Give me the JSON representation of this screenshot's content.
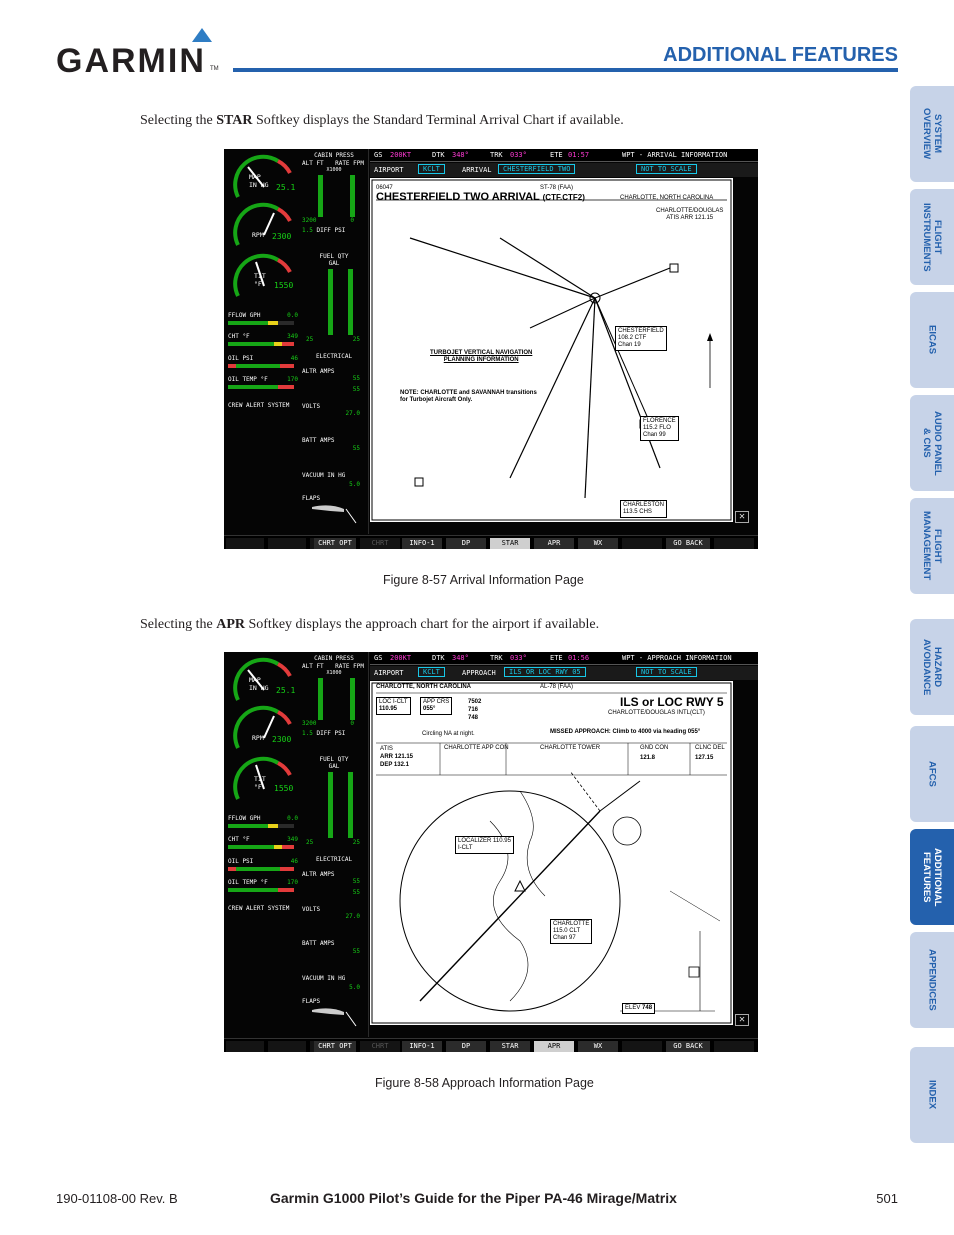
{
  "header": {
    "brand": "GARMIN",
    "section_title": "ADDITIONAL FEATURES"
  },
  "tabs": [
    {
      "label": "SYSTEM\nOVERVIEW",
      "active": false
    },
    {
      "label": "FLIGHT\nINSTRUMENTS",
      "active": false
    },
    {
      "label": "EICAS",
      "active": false
    },
    {
      "label": "AUDIO PANEL\n& CNS",
      "active": false
    },
    {
      "label": "FLIGHT\nMANAGEMENT",
      "active": false
    },
    {
      "label": "HAZARD\nAVOIDANCE",
      "active": false
    },
    {
      "label": "AFCS",
      "active": false
    },
    {
      "label": "ADDITIONAL\nFEATURES",
      "active": true
    },
    {
      "label": "APPENDICES",
      "active": false
    },
    {
      "label": "INDEX",
      "active": false
    }
  ],
  "body": {
    "para1_pre": "Selecting the ",
    "para1_key": "STAR",
    "para1_post": " Softkey displays the Standard Terminal Arrival Chart if available.",
    "fig1_caption": "Figure 8-57  Arrival Information Page",
    "para2_pre": "Selecting the ",
    "para2_key": "APR",
    "para2_post": " Softkey displays the approach chart for the airport if available.",
    "fig2_caption": "Figure 8-58  Approach Information Page"
  },
  "eis": {
    "map_label": "MAP\nIN HG",
    "map_value": "25.1",
    "rpm_label": "RPM",
    "rpm_value": "2300",
    "tit_label": "TIT\n°F",
    "tit_value": "1550",
    "fflow_label": "FFLOW GPH",
    "fflow_value": "0.0",
    "cht_label": "CHT °F",
    "cht_value": "349",
    "oil_psi_label": "OIL PSI",
    "oil_psi_value": "46",
    "oil_temp_label": "OIL TEMP °F",
    "oil_temp_value": "170",
    "crew_alert": "CREW ALERT SYSTEM",
    "cabin_press": "CABIN PRESS",
    "alt_ft": "ALT FT",
    "rate_fpm": "RATE FPM",
    "x1000": "X1000",
    "cab_alt": "3200",
    "cab_rate": "0",
    "diff_psi_value": "1.5",
    "diff_psi": "DIFF PSI",
    "fuel_qty": "FUEL QTY\nGAL",
    "fuel_left": "25",
    "fuel_right": "25",
    "electrical": "ELECTRICAL",
    "altr_amps": "ALTR AMPS",
    "altr_1": "55",
    "altr_2": "55",
    "volts": "VOLTS",
    "volts_value": "27.0",
    "batt_amps": "BATT AMPS",
    "batt_value": "55",
    "vacuum": "VACUUM IN HG",
    "vacuum_value": "5.0",
    "flaps": "FLAPS"
  },
  "fig1": {
    "gs_label": "GS",
    "gs_value": "200KT",
    "dtk_label": "DTK",
    "dtk_value": "348°",
    "trk_label": "TRK",
    "trk_value": "033°",
    "ete_label": "ETE",
    "ete_value": "01:57",
    "page_title": "WPT - ARRIVAL INFORMATION",
    "airport_label": "AIRPORT",
    "airport_value": "KCLT",
    "type_label": "ARRIVAL",
    "type_value": "CHESTERFIELD TWO",
    "scale": "NOT TO SCALE",
    "chart_id": "06047",
    "chart_procedure": "ST-78 (FAA)",
    "chart_title": "CHESTERFIELD TWO ARRIVAL",
    "chart_ident": "(CTF.CTF2)",
    "chart_location": "CHARLOTTE, NORTH CAROLINA",
    "chart_airport": "CHARLOTTE/DOUGLAS\nATIS ARR 121.15",
    "note_turbojet": "TURBOJET VERTICAL NAVIGATION\nPLANNING INFORMATION",
    "note_1": "NOTE: CHARLOTTE and SAVANNAH transitions\nfor Turbojet Aircraft Only.",
    "fix_chesterfield": "CHESTERFIELD\n108.2 CTF\nChan 19",
    "fix_florence": "FLORENCE\n115.2 FLO\nChan 99",
    "fix_charleston": "CHARLESTON\n113.5 CHS"
  },
  "fig2": {
    "gs_label": "GS",
    "gs_value": "200KT",
    "dtk_label": "DTK",
    "dtk_value": "348°",
    "trk_label": "TRK",
    "trk_value": "033°",
    "ete_label": "ETE",
    "ete_value": "01:56",
    "page_title": "WPT - APPROACH INFORMATION",
    "airport_label": "AIRPORT",
    "airport_value": "KCLT",
    "type_label": "APPROACH",
    "type_value": "ILS OR LOC RWY 05",
    "scale": "NOT TO SCALE",
    "chart_location_small": "CHARLOTTE, NORTH CAROLINA",
    "chart_procedure": "AL-78 (FAA)",
    "chart_title": "ILS or LOC RWY 5",
    "chart_airport": "CHARLOTTE/DOUGLAS INTL(CLT)",
    "loc_label": "LOC I-CLT",
    "loc_freq": "110.95",
    "apch_crs": "APP CRS",
    "apch_crs_value": "055°",
    "tdze": "7502",
    "tdze2": "716",
    "apt_elev": "748",
    "circling": "Circling NA at night.",
    "missed": "MISSED APPROACH: Climb to 4000 via heading 055°",
    "atis": "ATIS",
    "atis_arr": "ARR 121.15",
    "atis_dep": "DEP 132.1",
    "app_con": "CHARLOTTE APP CON",
    "tower": "CHARLOTTE TOWER",
    "gnd": "GND CON",
    "clnc": "CLNC DEL",
    "clnc_value": "127.15",
    "gnd_value": "121.8",
    "localizer": "LOCALIZER 110.95\nI-CLT",
    "charlotte_vor": "CHARLOTTE\n115.0 CLT\nChan 97",
    "elev_label": "ELEV",
    "elev_value": "748"
  },
  "softkeys": [
    {
      "label": "",
      "dim": true
    },
    {
      "label": "",
      "dim": true
    },
    {
      "label": "",
      "dim": true
    },
    {
      "label": "CHRT OPT",
      "dim": false
    },
    {
      "label": "CHRT",
      "dim": true
    },
    {
      "label": "INFO-1",
      "dim": false
    },
    {
      "label": "DP",
      "dim": false
    },
    {
      "label": "STAR",
      "dim": false
    },
    {
      "label": "APR",
      "dim": false
    },
    {
      "label": "WX",
      "dim": false
    },
    {
      "label": "",
      "dim": true
    },
    {
      "label": "GO BACK",
      "dim": false
    },
    {
      "label": "",
      "dim": true
    }
  ],
  "footer": {
    "doc_number": "190-01108-00  Rev. B",
    "title": "Garmin G1000 Pilot’s Guide for the Piper PA-46 Mirage/Matrix",
    "page_number": "501"
  },
  "colors": {
    "brand_blue": "#2461ad",
    "tab_bg": "#c7d3e8",
    "eis_green": "#16d116",
    "eis_cyan": "#18c8e8",
    "eis_magenta": "#ff3ad4"
  }
}
